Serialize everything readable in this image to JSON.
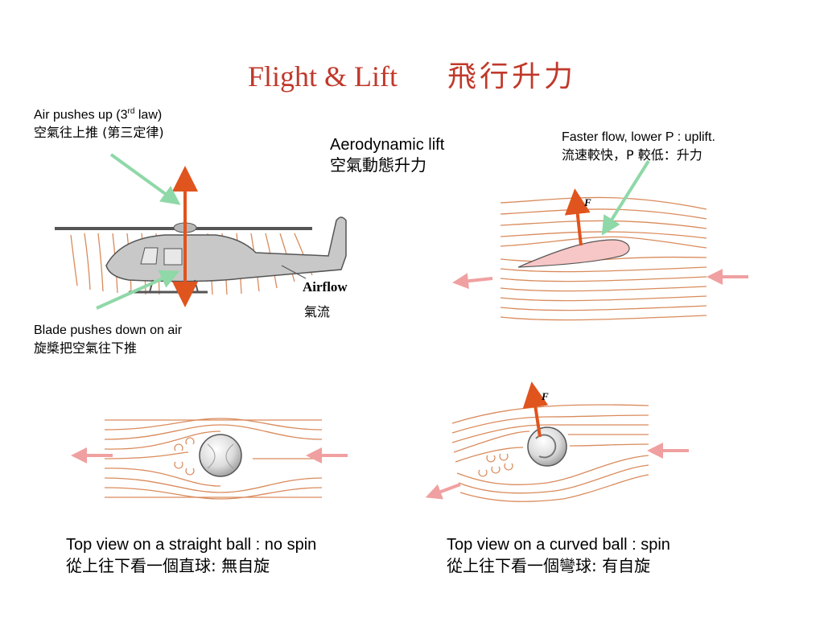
{
  "title": {
    "en": "Flight & Lift",
    "zh": "飛行升力"
  },
  "labels": {
    "air_pushes_up_pre": "Air pushes up (3",
    "air_pushes_up_sup": "rd",
    "air_pushes_up_post": " law)",
    "air_pushes_up_zh": "空氣往上推 (第三定律)",
    "aero_lift_en": "Aerodynamic lift",
    "aero_lift_zh": "空氣動態升力",
    "faster_flow_en": "Faster flow, lower P : uplift.",
    "faster_flow_zh": "流速較快，P 較低：升力",
    "blade_down_en": "Blade pushes down on air",
    "blade_down_zh": "旋槳把空氣往下推",
    "airflow_en": "Airflow",
    "airflow_zh": "氣流",
    "force_symbol": "F",
    "straight_ball_en": "Top view on a straight ball : no spin",
    "straight_ball_zh": "從上往下看一個直球:   無自旋",
    "curved_ball_en": "Top view on a curved ball : spin",
    "curved_ball_zh": "從上往下看一個彎球:  有自旋"
  },
  "colors": {
    "title": "#c0392b",
    "streamline": "#d98b5c",
    "force_arrow": "#e0541e",
    "pointer_arrow": "#8fd8a8",
    "flow_arrow": "#f0a0a0",
    "airfoil": "#f7c6c6"
  }
}
